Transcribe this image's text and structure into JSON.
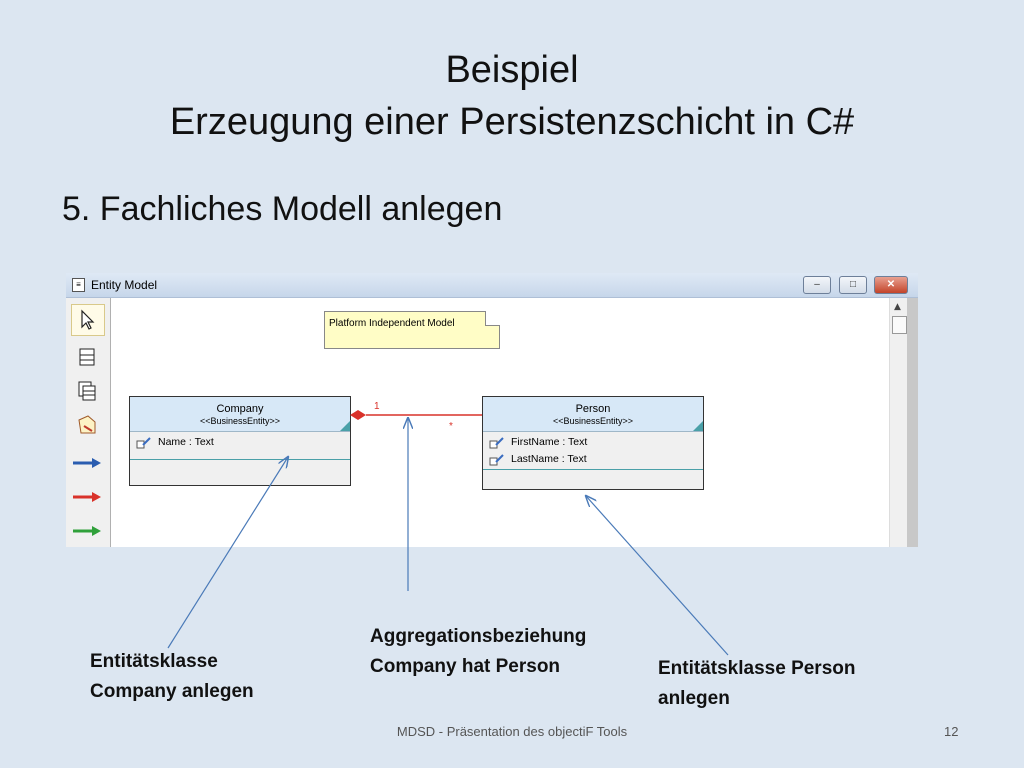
{
  "slide": {
    "title_line1": "Beispiel",
    "title_line2": "Erzeugung einer Persistenzschicht in C#",
    "subtitle": "5. Fachliches Modell anlegen",
    "footer": "MDSD - Präsentation des objectiF Tools",
    "page_number": "12"
  },
  "window": {
    "title": "Entity Model",
    "minimize_symbol": "–",
    "maximize_symbol": "□",
    "close_symbol": "✕",
    "toolbar_icons": [
      "pointer-icon",
      "class-icon",
      "class-list-icon",
      "note-icon",
      "association-arrow-icon",
      "aggregation-arrow-icon",
      "generalization-arrow-icon"
    ]
  },
  "diagram": {
    "note_text": "Platform Independent Model",
    "company": {
      "name": "Company",
      "stereotype": "<<BusinessEntity>>",
      "attributes": [
        "Name : Text"
      ]
    },
    "person": {
      "name": "Person",
      "stereotype": "<<BusinessEntity>>",
      "attributes": [
        "FirstName : Text",
        "LastName : Text"
      ]
    },
    "multiplicity_source": "1",
    "multiplicity_target": "*"
  },
  "annotations": {
    "company_line1": "Entitätsklasse",
    "company_line2": "Company anlegen",
    "aggregation_line1": "Aggregationsbeziehung",
    "aggregation_line2": "Company hat Person",
    "person_line1": "Entitätsklasse Person",
    "person_line2": "anlegen"
  },
  "colors": {
    "background": "#dce6f1",
    "entity_header": "#d7e8f7",
    "aggregation_line": "#d9322a",
    "callout_arrow": "#4a7ab8"
  }
}
